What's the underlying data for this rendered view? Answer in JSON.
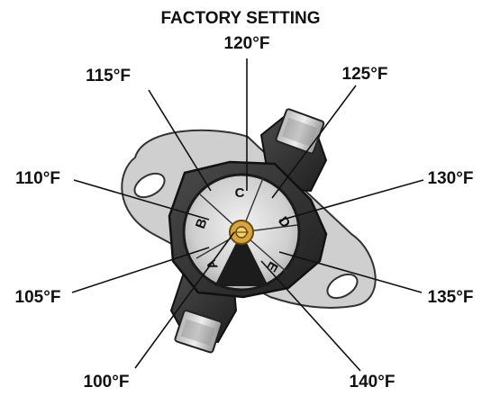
{
  "diagram": {
    "title": "FACTORY SETTING",
    "temperature_labels": {
      "t100": "100°F",
      "t105": "105°F",
      "t110": "110°F",
      "t115": "115°F",
      "t120": "120°F",
      "t125": "125°F",
      "t130": "130°F",
      "t135": "135°F",
      "t140": "140°F"
    },
    "dial_segments": {
      "a": "A",
      "b": "B",
      "c": "C",
      "d": "D",
      "e": "E"
    },
    "colors": {
      "mounting_plate": "#cfcfcf",
      "housing": "#3a3a3a",
      "dial_face": "#c9c9c9",
      "center_post": "#c8952c"
    }
  }
}
